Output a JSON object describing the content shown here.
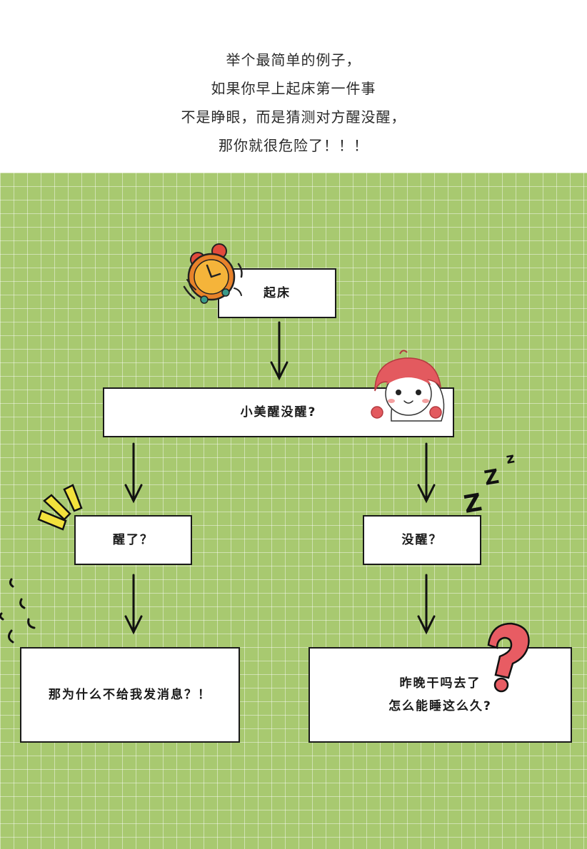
{
  "intro": {
    "lines": [
      "举个最简单的例子，",
      "如果你早上起床第一件事",
      "不是睁眼，而是猜测对方醒没醒，",
      "那你就很危险了！！！"
    ]
  },
  "flowchart": {
    "start": "起床",
    "question": "小美醒没醒?",
    "branch_awake": "醒了？",
    "branch_asleep": "没醒？",
    "result_awake": "那为什么不给我发消息？！",
    "result_asleep_line1": "昨晚干吗去了",
    "result_asleep_line2": "怎么能睡这么久?"
  },
  "decorations": {
    "sleep_letters": [
      "Z",
      "Z",
      "z"
    ],
    "icons": [
      "alarm-clock-icon",
      "girl-avatar-icon",
      "question-mark-icon",
      "sleep-z-icon",
      "exclamation-burst-icon",
      "swirl-marks-icon"
    ]
  },
  "colors": {
    "grid_background": "#a8c970",
    "clock_orange": "#e8822a",
    "clock_face": "#f5b43a",
    "hair_pink": "#e35a5f",
    "question_red": "#e85c63",
    "burst_yellow": "#f2e13c"
  }
}
